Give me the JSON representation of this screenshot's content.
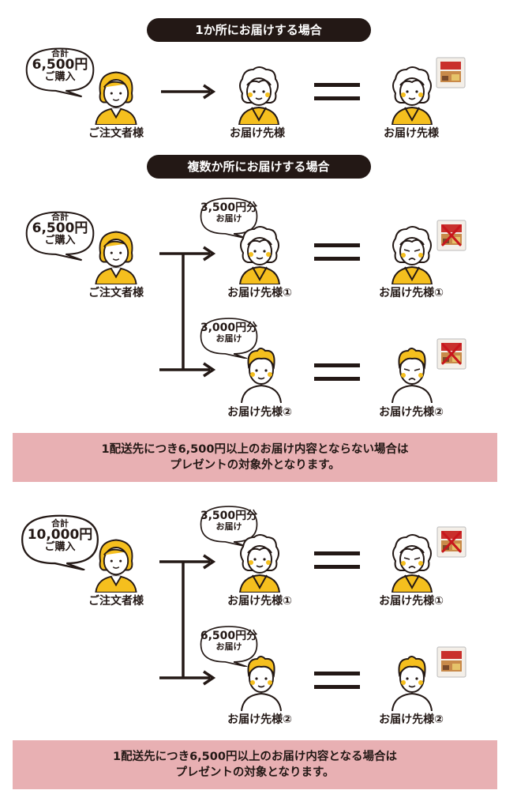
{
  "section1": {
    "title": "1か所にお届けする場合",
    "bubble": {
      "small": "合計",
      "amount": "6,500円",
      "sub": "ご購入"
    },
    "labels": {
      "orderer": "ご注文者様",
      "recipient_a": "お届け先様",
      "recipient_b": "お届け先様"
    }
  },
  "section2": {
    "title": "複数か所にお届けする場合",
    "bubble": {
      "small": "合計",
      "amount": "6,500円",
      "sub": "ご購入"
    },
    "branch1": {
      "amount": "3,500円分",
      "sub": "お届け"
    },
    "branch2": {
      "amount": "3,000円分",
      "sub": "お届け"
    },
    "labels": {
      "orderer": "ご注文者様",
      "r1": "お届け先様①",
      "r1b": "お届け先様①",
      "r2": "お届け先様②",
      "r2b": "お届け先様②"
    },
    "note_line1": "1配送先につき6,500円以上のお届け内容とならない場合は",
    "note_line2": "プレゼントの対象外となります。"
  },
  "section3": {
    "bubble": {
      "small": "合計",
      "amount": "10,000円",
      "sub": "ご購入"
    },
    "branch1": {
      "amount": "3,500円分",
      "sub": "お届け"
    },
    "branch2": {
      "amount": "6,500円分",
      "sub": "お届け"
    },
    "labels": {
      "orderer": "ご注文者様",
      "r1": "お届け先様①",
      "r1b": "お届け先様①",
      "r2": "お届け先様②",
      "r2b": "お届け先様②"
    },
    "note_line1": "1配送先につき6,500円以上のお届け内容となる場合は",
    "note_line2": "プレゼントの対象となります。"
  },
  "colors": {
    "ink": "#231815",
    "yellow": "#f5bf1e",
    "pink": "#e8b0b3",
    "cross": "#c8161d"
  }
}
